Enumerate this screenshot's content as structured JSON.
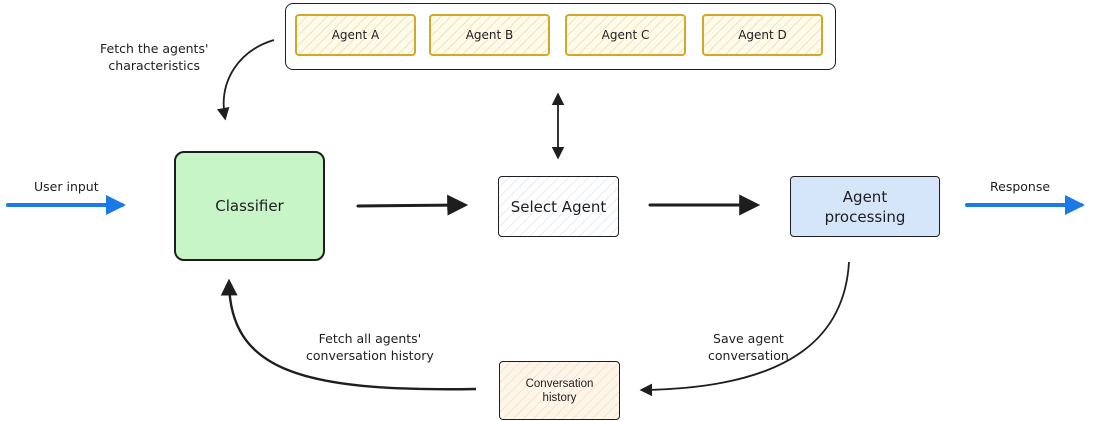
{
  "agents": [
    "Agent A",
    "Agent B",
    "Agent C",
    "Agent D"
  ],
  "nodes": {
    "classifier": "Classifier",
    "select_agent": "Select Agent",
    "agent_processing": [
      "Agent",
      "processing"
    ],
    "conversation_history": [
      "Conversation",
      "history"
    ]
  },
  "labels": {
    "user_input": "User input",
    "response": "Response",
    "fetch_characteristics": [
      "Fetch the agents'",
      "characteristics"
    ],
    "fetch_history": [
      "Fetch all agents'",
      "conversation history"
    ],
    "save_conversation": [
      "Save agent",
      "conversation"
    ]
  },
  "colors": {
    "io_arrow": "#1a7ae8",
    "line": "#1e1e1e",
    "agent_border": "#d4a72c",
    "classifier_fill": "#c8f5c8",
    "processing_fill": "#d6e6fa",
    "history_fill": "#fff5e8"
  }
}
